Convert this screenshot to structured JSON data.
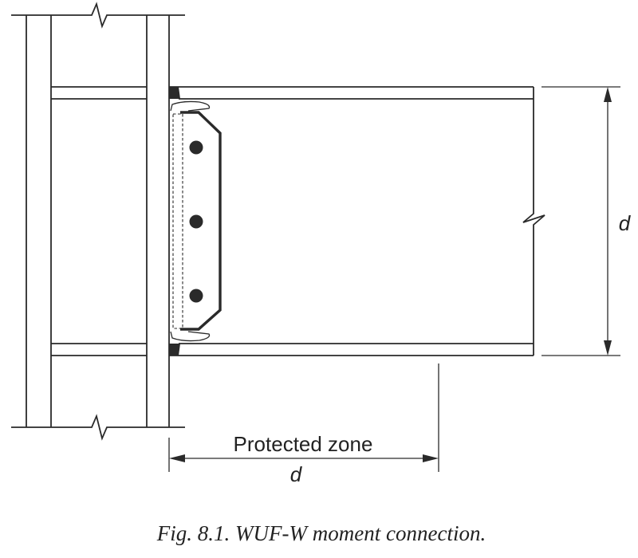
{
  "labels": {
    "protected_zone": "Protected zone",
    "beam_depth": "d",
    "zone_length": "d"
  },
  "caption": "Fig. 8.1.  WUF-W moment connection.",
  "colors": {
    "line": "#2a2a2a",
    "background": "#ffffff"
  }
}
